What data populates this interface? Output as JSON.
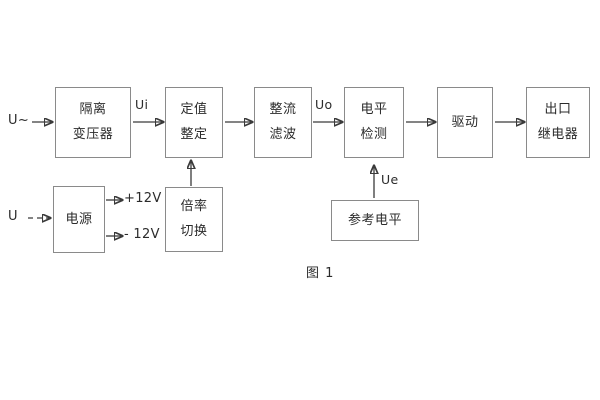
{
  "figure": {
    "caption": "图 1",
    "line_color": "#8a8a8a",
    "arrow_color": "#3a3a3a",
    "text_color": "#2b2b2b",
    "background": "#ffffff"
  },
  "blocks": [
    {
      "id": "isolation-transformer",
      "lines": [
        "隔离",
        "变压器"
      ]
    },
    {
      "id": "setting-value",
      "lines": [
        "定值",
        "整定"
      ]
    },
    {
      "id": "rectify-filter",
      "lines": [
        "整流",
        "滤波"
      ]
    },
    {
      "id": "level-detection",
      "lines": [
        "电平",
        "检测"
      ]
    },
    {
      "id": "drive",
      "lines": [
        "驱动"
      ]
    },
    {
      "id": "output-relay",
      "lines": [
        "出口",
        "继电器"
      ]
    },
    {
      "id": "power-supply",
      "lines": [
        "电源"
      ]
    },
    {
      "id": "multiplier-switch",
      "lines": [
        "倍率",
        "切换"
      ]
    },
    {
      "id": "reference-level",
      "lines": [
        "参考电平"
      ]
    }
  ],
  "signals": {
    "input_ac": "U~",
    "input_dc": "U",
    "ui": "Ui",
    "uo": "Uo",
    "ue": "Ue",
    "rail_positive": "+12V",
    "rail_negative": "- 12V"
  }
}
